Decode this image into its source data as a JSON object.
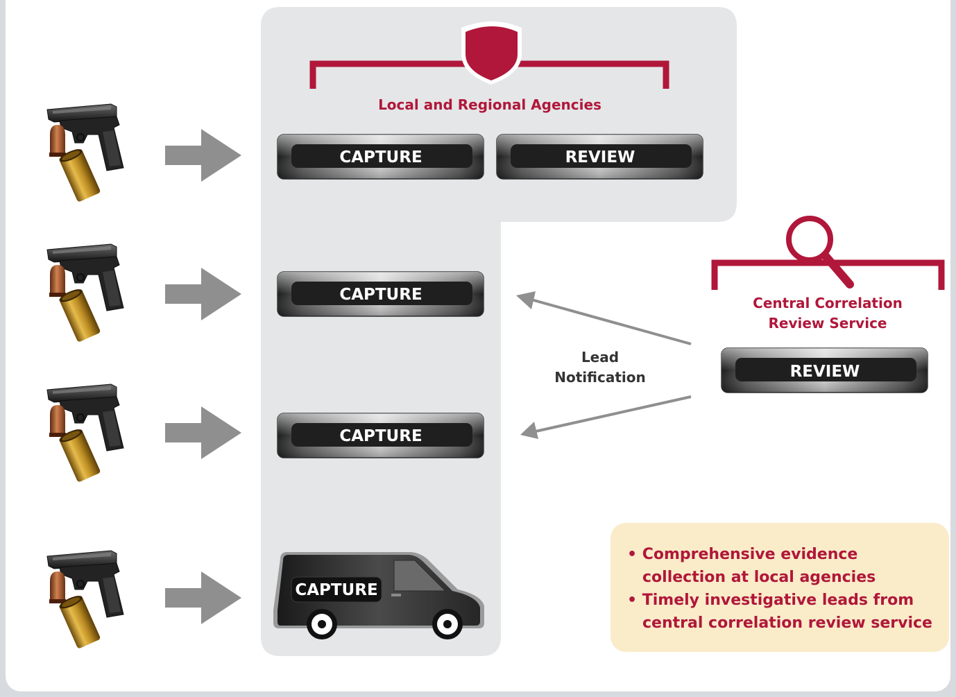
{
  "agencies": {
    "title": "Local and Regional Agencies",
    "capture_label": "CAPTURE",
    "review_label": "REVIEW"
  },
  "stations": [
    {
      "label": "CAPTURE"
    },
    {
      "label": "CAPTURE"
    },
    {
      "label": "CAPTURE"
    }
  ],
  "mobile_unit": {
    "label": "CAPTURE"
  },
  "central": {
    "title_line1": "Central Correlation",
    "title_line2": "Review Service",
    "review_label": "REVIEW"
  },
  "lead_notification": {
    "line1": "Lead",
    "line2": "Notification"
  },
  "benefits": [
    {
      "line1": "• Comprehensive evidence",
      "line2": "collection at local agencies"
    },
    {
      "line1": "• Timely investigative leads from",
      "line2": "central correlation review service"
    }
  ],
  "colors": {
    "accent": "#b0173a",
    "panel": "#e5e6e8",
    "callout": "#faecc9",
    "arrow": "#8f8f8f",
    "station_dark": "#1f1f1f"
  },
  "icons": [
    "handgun-icon",
    "shield-icon",
    "magnifier-icon",
    "van-icon"
  ]
}
